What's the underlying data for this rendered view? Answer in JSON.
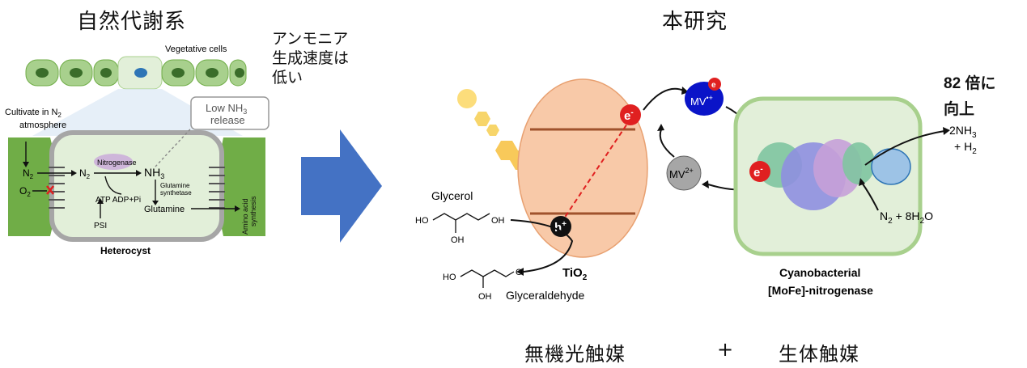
{
  "left": {
    "title": "自然代謝系",
    "vegetative_cells": "Vegetative cells",
    "cultivate": "Cultivate in N",
    "cultivate_sub": "2",
    "atmosphere": "atmosphere",
    "low_release_1": "Low NH",
    "low_release_sub": "3",
    "low_release_2": "release",
    "n2_out": "N",
    "n2_out_sub": "2",
    "o2": "O",
    "o2_sub": "2",
    "n2_in": "N",
    "n2_in_sub": "2",
    "nitrogenase": "Nitrogenase",
    "nh3": "NH",
    "nh3_sub": "3",
    "glutamine_synthetase_1": "Glutamine",
    "glutamine_synthetase_2": "synthetase",
    "atp": "ATP ADP+Pi",
    "glutamine": "Glutamine",
    "psi": "PSI",
    "amino_1": "Amino acid",
    "amino_2": "synthesis",
    "heterocyst": "Heterocyst"
  },
  "note": {
    "line1": "アンモニア",
    "line2": "生成速度は",
    "line3": "低い"
  },
  "right": {
    "title": "本研究",
    "improve_line1": "82 倍に",
    "improve_line2": "向上",
    "electron": "e",
    "electron_sup": "-",
    "hole": "h",
    "hole_sup": "+",
    "mv_plus": "MV",
    "mv_plus_sup": "•+",
    "mv_e": "e",
    "mv2": "MV",
    "mv2_sup": "2+",
    "glycerol": "Glycerol",
    "glyceraldehyde": "Glyceraldehyde",
    "tio2": "TiO",
    "tio2_sub": "2",
    "nh3_out": "2NH",
    "nh3_out_sub": "3",
    "h2_out": "+ H",
    "h2_out_sub": "2",
    "n2_in": "N",
    "n2_in_sub": "2",
    "n2_in_tail": " + 8H",
    "h2o_sub": "2",
    "h2o_tail": "O",
    "cyano_1": "Cyanobacterial",
    "cyano_2": "[MoFe]-nitrogenase",
    "oh": "OH",
    "ho": "HO",
    "o": "O"
  },
  "bottom": {
    "inorganic": "無機光触媒",
    "plus": "+",
    "bio": "生体触媒"
  },
  "colors": {
    "cell_green": "#a8d08d",
    "cell_dark": "#70ad47",
    "arrow_blue": "#4472c4",
    "tio2_fill": "#f8c9a8",
    "tio2_band": "#a0522d",
    "mv_blue": "#0a14c8",
    "electron_red": "#e02020"
  }
}
